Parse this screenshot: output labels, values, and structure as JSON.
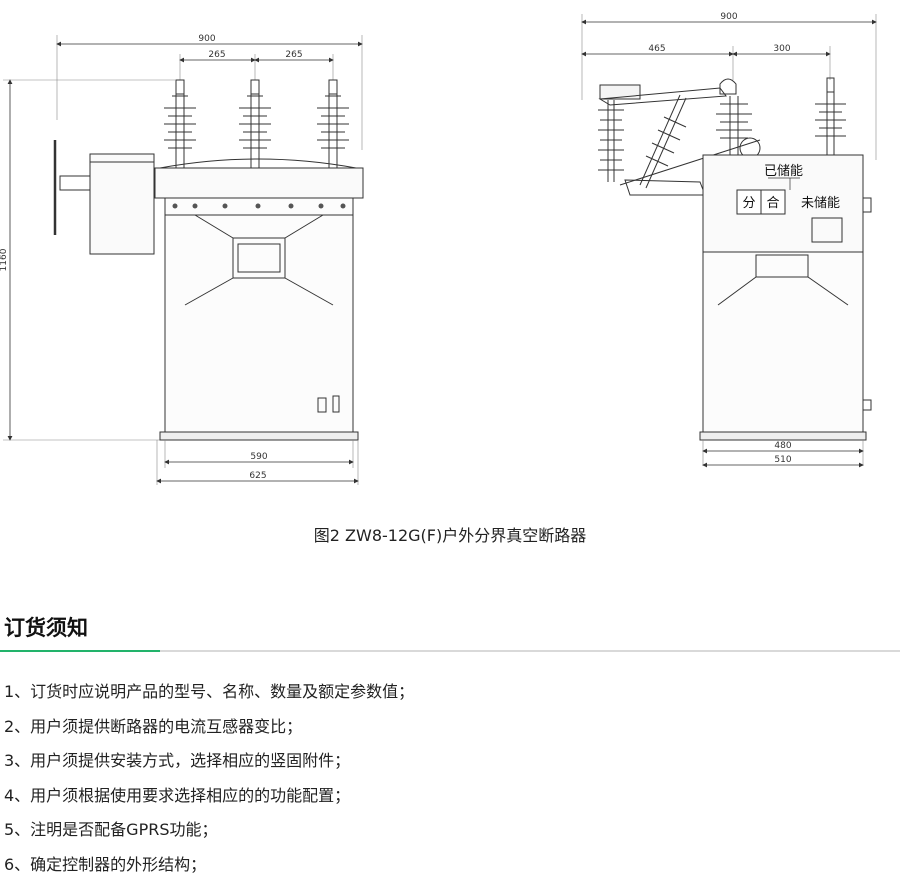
{
  "figure": {
    "caption": "图2 ZW8-12G(F)户外分界真空断路器",
    "front_view": {
      "dim_total_width": "900",
      "dim_phase_left": "265",
      "dim_phase_right": "265",
      "dim_height": "1160",
      "dim_base_inner": "590",
      "dim_base_outer": "625"
    },
    "side_view": {
      "dim_total_width": "900",
      "dim_left": "465",
      "dim_right": "300",
      "dim_base_inner": "480",
      "dim_base_outer": "510",
      "label_charged": "已储能",
      "label_open": "分",
      "label_close": "合",
      "label_uncharged": "未储能"
    }
  },
  "ordering_notes": {
    "title": "订货须知",
    "accent_color": "#22b36b",
    "items": [
      "1、订货时应说明产品的型号、名称、数量及额定参数值；",
      "2、用户须提供断路器的电流互感器变比；",
      "3、用户须提供安装方式，选择相应的竖固附件；",
      "4、用户须根据使用要求选择相应的的功能配置；",
      "5、注明是否配备GPRS功能；",
      "6、确定控制器的外形结构；"
    ]
  }
}
